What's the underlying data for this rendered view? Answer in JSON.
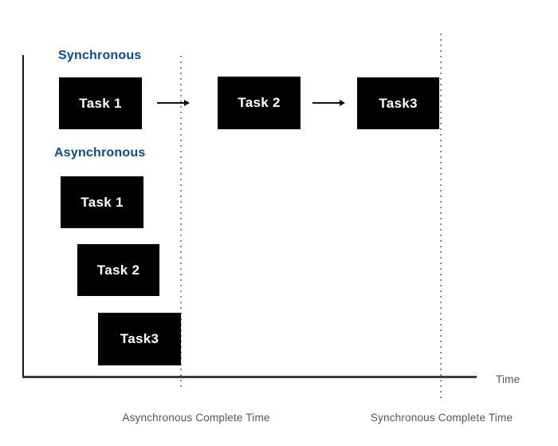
{
  "colors": {
    "label_blue": "#0d4c8b",
    "box_bg": "#000000",
    "box_text": "#ffffff",
    "axis_dark": "#1a1a1a",
    "axis_gray": "#3d3d3d",
    "dotted_gray": "#8a8a8a",
    "caption_gray": "#545454",
    "arrow_black": "#111111"
  },
  "sync": {
    "label": "Synchronous",
    "tasks": [
      "Task 1",
      "Task 2",
      "Task3"
    ]
  },
  "async": {
    "label": "Asynchronous",
    "tasks": [
      "Task 1",
      "Task 2",
      "Task3"
    ]
  },
  "time_axis": {
    "label": "Time"
  },
  "captions": {
    "async_complete": "Asynchronous Complete Time",
    "sync_complete": "Synchronous Complete Time"
  }
}
